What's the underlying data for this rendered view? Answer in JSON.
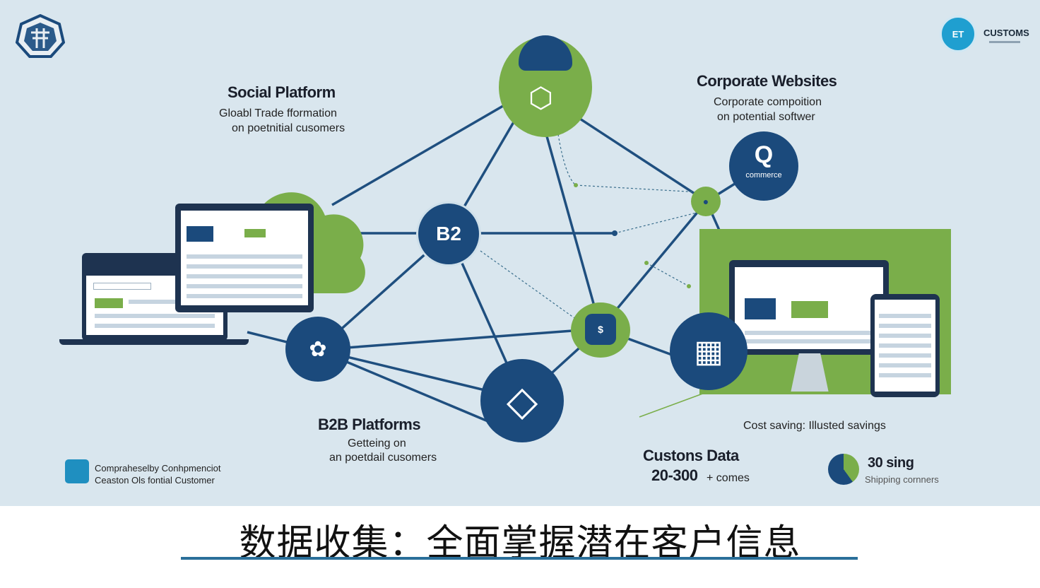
{
  "colors": {
    "background": "#d9e6ee",
    "navy": "#1b4a7c",
    "green": "#7aae4a",
    "line": "#1f4f7f",
    "caption_rule": "#2a6f9a"
  },
  "social": {
    "title": "Social Platform",
    "line1": "Gloabl Trade fformation",
    "line2": "on poetnitial cusomers"
  },
  "corporate": {
    "title": "Corporate Websites",
    "line1": "Corporate compoition",
    "line2": "on potential softwer"
  },
  "b2b": {
    "title": "B2B Platforms",
    "line1": "Getteing on",
    "line2": "an poetdail cusomers",
    "hub_label": "B2"
  },
  "customs": {
    "title": "Custons Data",
    "range": "20-300",
    "unit": "+ comes"
  },
  "cost": {
    "text": "Cost saving:  Illusted savings"
  },
  "stat": {
    "value": "30 sing",
    "label": "Shipping cornners"
  },
  "legend": {
    "line1": "Compraheselby Conhpmenciot",
    "line2": "Ceaston Ols fontial Customer"
  },
  "top_right_badge": {
    "icon_text": "ET",
    "label": "CUSTOMS"
  },
  "commerce_node": {
    "label": "commerce"
  },
  "caption": {
    "text": "数据收集：全面掌握潜在客户信息"
  },
  "icons": [
    "emblem-icon",
    "building-icon",
    "diamond-icon",
    "bag-icon",
    "globe-icon",
    "search-icon",
    "cube-icon"
  ]
}
